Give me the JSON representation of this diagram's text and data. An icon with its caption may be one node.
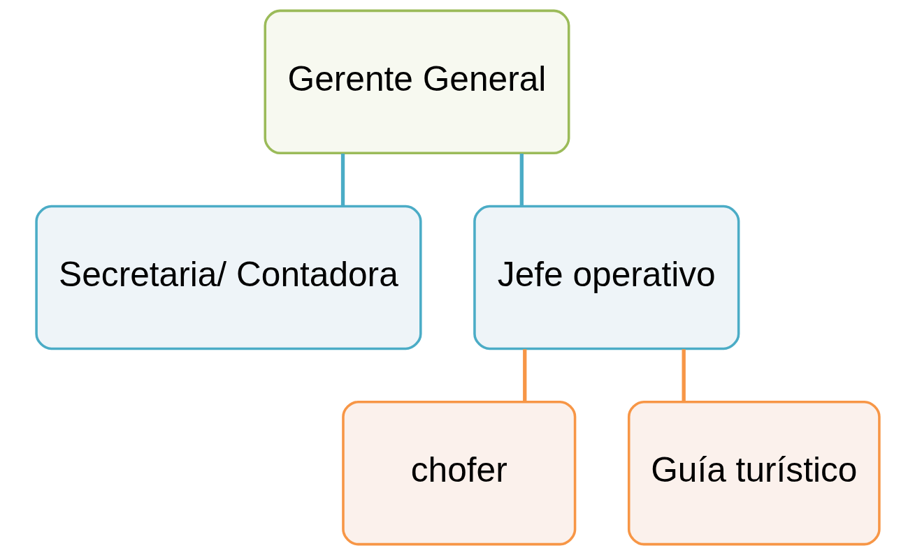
{
  "diagram": {
    "nodes": [
      {
        "text": [
          "Gerente General"
        ]
      },
      {
        "text": [
          "Secretaria/ Contadora"
        ]
      },
      {
        "text": [
          "Jefe operativo"
        ]
      },
      {
        "text": [
          "chofer"
        ]
      },
      {
        "text": [
          "Guía turístico"
        ]
      }
    ],
    "edges": [
      {
        "from": 0,
        "to": 1,
        "arrow": "none",
        "color": "#4bacc6"
      },
      {
        "from": 0,
        "to": 2,
        "arrow": "none",
        "color": "#4bacc6"
      },
      {
        "from": 2,
        "to": 3,
        "arrow": "none",
        "color": "#f79646"
      },
      {
        "from": 2,
        "to": 4,
        "arrow": "none",
        "color": "#f79646"
      }
    ]
  }
}
